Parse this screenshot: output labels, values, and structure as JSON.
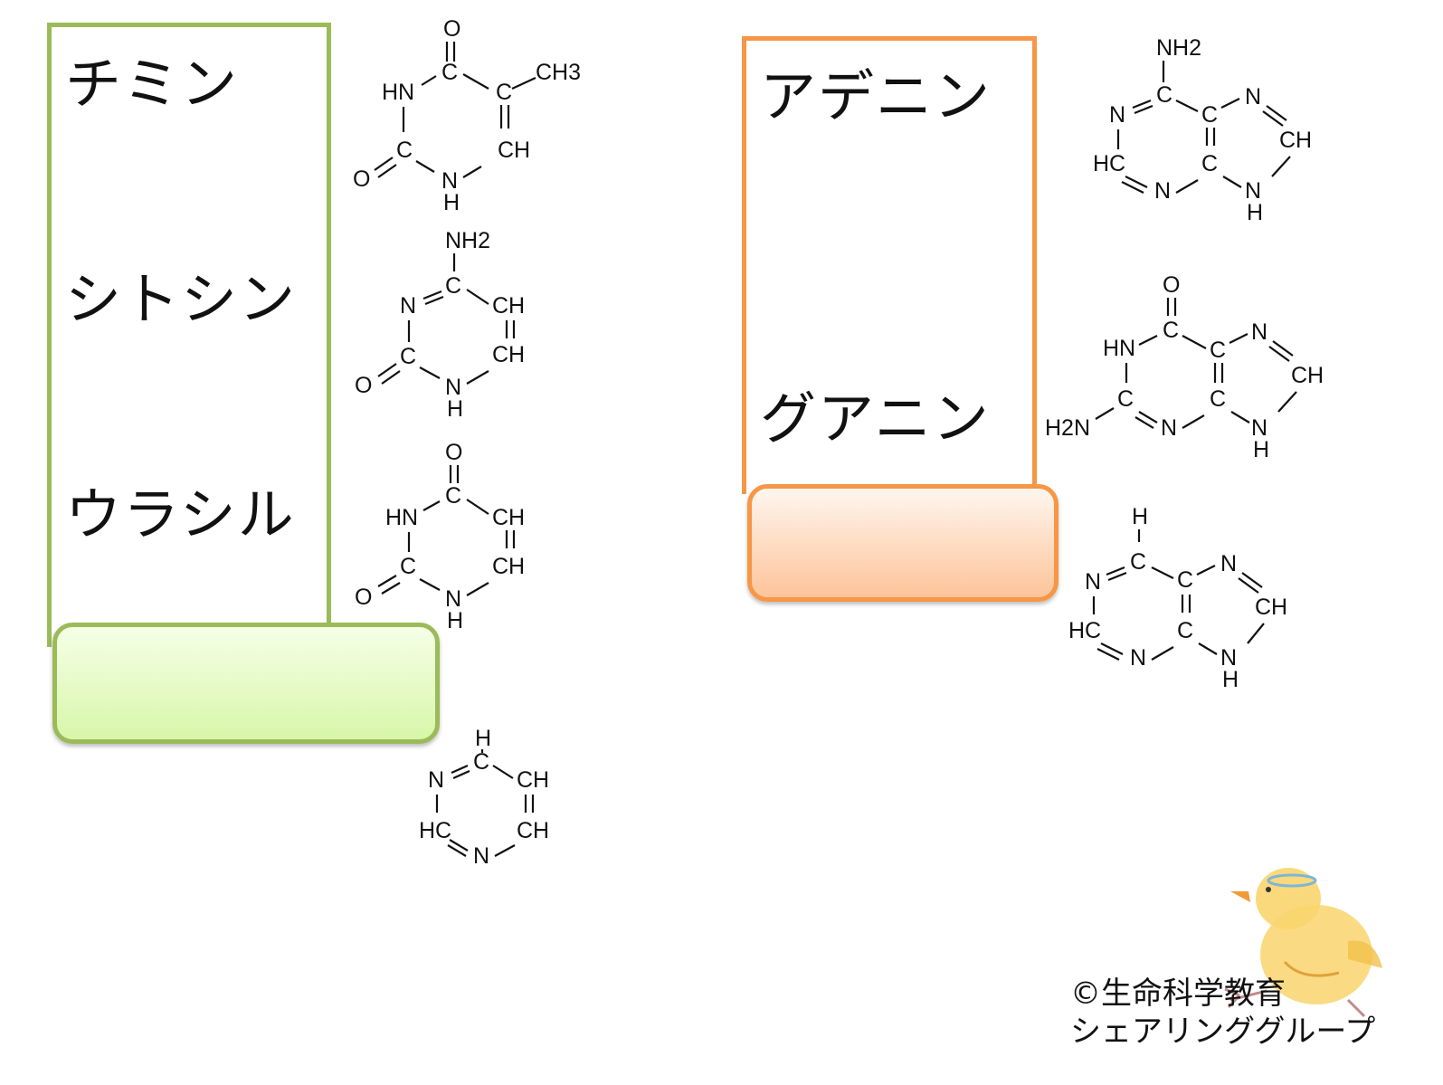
{
  "pyrimidines": {
    "names": [
      "チミン",
      "シトシン",
      "ウラシル"
    ],
    "accent_color": "#9bbb59"
  },
  "purines": {
    "names": [
      "アデニン",
      "グアニン"
    ],
    "accent_color": "#f79646"
  },
  "atoms": {
    "o": "O",
    "hn": "HN",
    "n": "N",
    "h": "H",
    "c": "C",
    "ch": "CH",
    "hc": "HC",
    "ch3": "CH3",
    "nh2": "NH2",
    "h2n": "H2N"
  },
  "credit": {
    "line1": "©生命科学教育",
    "line2": "シェアリンググループ"
  },
  "mascot_icon": "chick-icon"
}
